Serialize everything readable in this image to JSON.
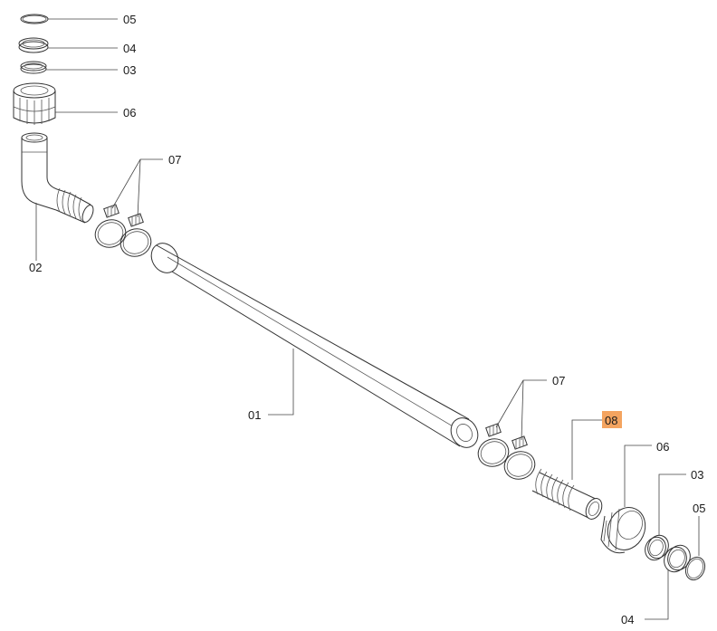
{
  "labels": {
    "l05_top": "05",
    "l04_top": "04",
    "l03_top": "03",
    "l06_top": "06",
    "l07_top": "07",
    "l02": "02",
    "l01": "01",
    "l07_bottom": "07",
    "l08": "08",
    "l06_bottom": "06",
    "l03_bottom": "03",
    "l05_bottom": "05",
    "l04_bottom": "04"
  },
  "colors": {
    "highlight": "#f4a460"
  }
}
